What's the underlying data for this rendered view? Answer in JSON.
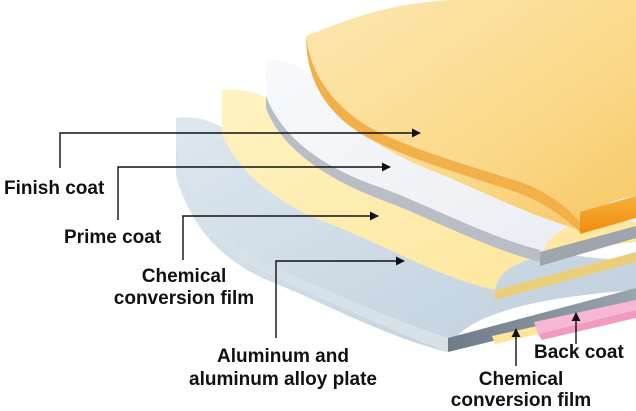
{
  "labels": {
    "finish_coat": "Finish coat",
    "prime_coat": "Prime coat",
    "chemical_front_line1": "Chemical",
    "chemical_front_line2": "conversion film",
    "aluminum_line1": "Aluminum and",
    "aluminum_line2": "aluminum alloy plate",
    "back_coat": "Back coat",
    "chemical_back_line1": "Chemical",
    "chemical_back_line2": "conversion film"
  },
  "colors": {
    "finish_coat_top": "#fbd98a",
    "finish_coat_edge": "#f5a623",
    "prime_coat": "#f4f6f9",
    "chemical_film": "#fdeea6",
    "aluminum_plate": "#c9d8e4",
    "aluminum_edge": "#6b7884",
    "back_coat": "#f6b8d4"
  }
}
